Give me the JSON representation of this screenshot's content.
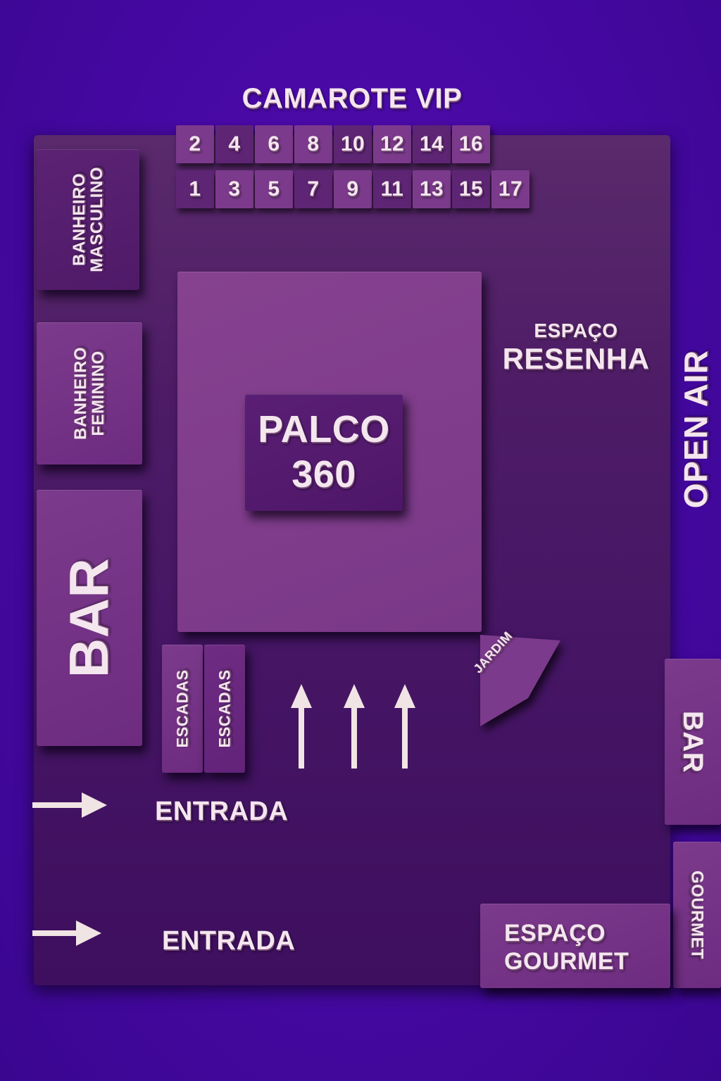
{
  "title": "CAMAROTE VIP",
  "camarote": {
    "top_row": [
      "2",
      "4",
      "6",
      "8",
      "10",
      "12",
      "14",
      "16"
    ],
    "top_row_shade": [
      "light",
      "dark",
      "light",
      "light",
      "dark",
      "light",
      "dark",
      "light"
    ],
    "bottom_row": [
      "1",
      "3",
      "5",
      "7",
      "9",
      "11",
      "13",
      "15",
      "17"
    ],
    "bottom_row_shade": [
      "dark",
      "light",
      "light",
      "dark",
      "light",
      "dark",
      "light",
      "dark",
      "light"
    ]
  },
  "areas": {
    "banheiro_masculino": {
      "line1": "BANHEIRO",
      "line2": "MASCULINO"
    },
    "banheiro_feminino": {
      "line1": "BANHEIRO",
      "line2": "FEMININO"
    },
    "bar_left": "BAR",
    "palco": {
      "line1": "PALCO",
      "line2": "360"
    },
    "espaco_resenha": {
      "line1": "ESPAÇO",
      "line2": "RESENHA"
    },
    "open_air": "OPEN AIR",
    "escadas_1": "ESCADAS",
    "escadas_2": "ESCADAS",
    "jardim": "JARDIM",
    "bar_right": "BAR",
    "gourmet": "GOURMET",
    "espaco_gourmet": {
      "line1": "ESPAÇO",
      "line2": "GOURMET"
    },
    "entrada_1": "ENTRADA",
    "entrada_2": "ENTRADA"
  },
  "colors": {
    "background": "#4a0a9e",
    "floor": "#4e1c66",
    "block": "#7c3a8c",
    "label": "#f4e6ee"
  }
}
